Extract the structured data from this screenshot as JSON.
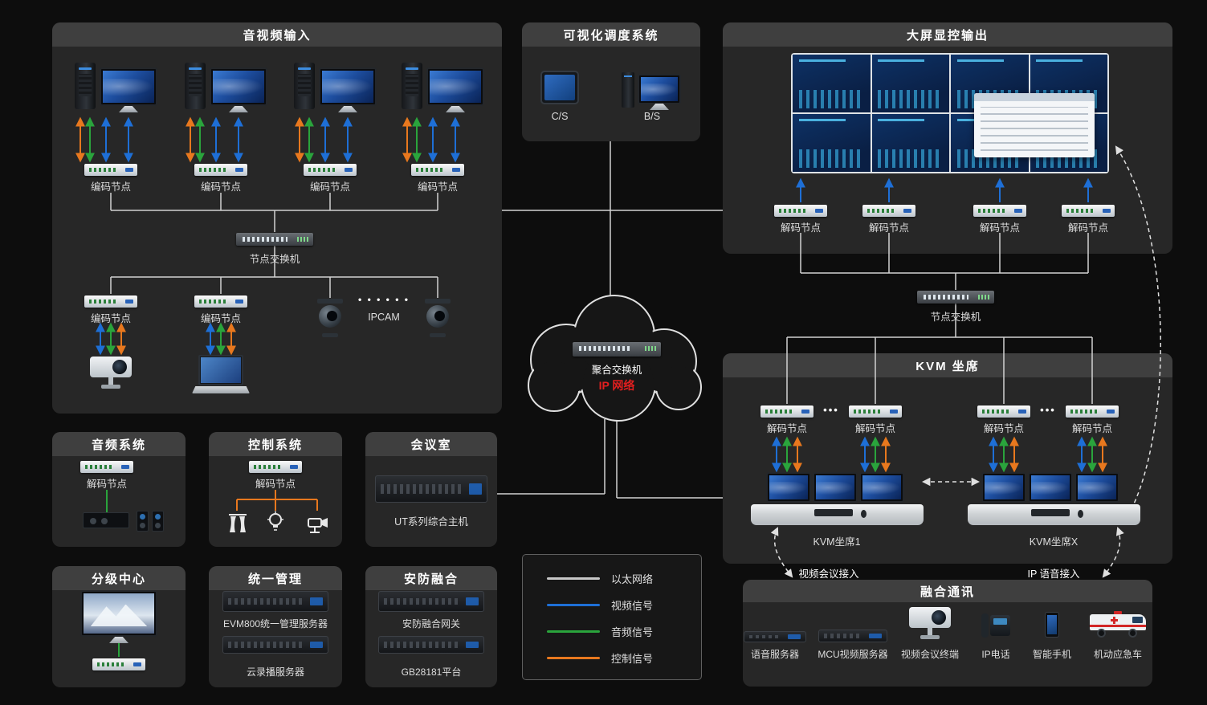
{
  "diagram": {
    "panels": {
      "av_input": {
        "title": "音视频输入"
      },
      "dispatch": {
        "title": "可视化调度系统",
        "cs": "C/S",
        "bs": "B/S"
      },
      "display_out": {
        "title": "大屏显控输出"
      },
      "kvm": {
        "title": "KVM 坐席",
        "seat1": "KVM坐席1",
        "seatx": "KVM坐席X",
        "ellipsis": "•••"
      },
      "audio": {
        "title": "音频系统"
      },
      "control": {
        "title": "控制系统"
      },
      "meeting": {
        "title": "会议室",
        "host": "UT系列综合主机"
      },
      "hier": {
        "title": "分级中心"
      },
      "mgmt": {
        "title": "统一管理",
        "server1": "EVM800统一管理服务器",
        "server2": "云录播服务器"
      },
      "security": {
        "title": "安防融合",
        "gateway": "安防融合网关",
        "platform": "GB28181平台"
      },
      "fusion": {
        "title": "融合通讯",
        "items": [
          "语音服务器",
          "MCU视频服务器",
          "视频会议终端",
          "IP电话",
          "智能手机",
          "机动应急车"
        ]
      }
    },
    "labels": {
      "encode_node": "编码节点",
      "decode_node": "解码节点",
      "node_switch": "节点交换机",
      "agg_switch": "聚合交换机",
      "ip_network": "IP 网络",
      "ipcam": "IPCAM",
      "ipcam_dots": "• • • • • •",
      "video_conf_access": "视频会议接入",
      "ip_voice_access": "IP 语音接入"
    },
    "legend": {
      "items": [
        {
          "label": "以太网络",
          "color": "#c8c8c8"
        },
        {
          "label": "视频信号",
          "color": "#1e6fd6"
        },
        {
          "label": "音频信号",
          "color": "#2aa43c"
        },
        {
          "label": "控制信号",
          "color": "#e8781e"
        }
      ]
    },
    "colors": {
      "background": "#0d0d0d",
      "panel": "#272727",
      "panel_header": "#3f3f3f",
      "ethernet": "#c8c8c8",
      "video": "#1e6fd6",
      "audio": "#2aa43c",
      "control": "#e8781e",
      "ip_network_text": "#e21f1f"
    }
  }
}
